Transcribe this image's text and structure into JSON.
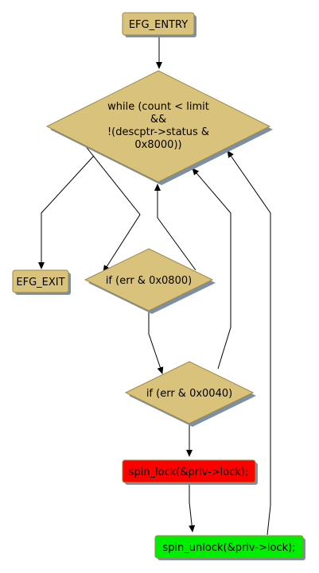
{
  "nodes": {
    "entry": {
      "label": "EFG_ENTRY",
      "shape": "rect",
      "color": "#d9c27c"
    },
    "while": {
      "label_lines": [
        "while (count < limit",
        "&&",
        "!(descptr->status &",
        "0x8000))"
      ],
      "shape": "diamond",
      "color": "#d9c27c"
    },
    "exit": {
      "label": "EFG_EXIT",
      "shape": "rect",
      "color": "#d9c27c"
    },
    "if0800": {
      "label": "if (err & 0x0800)",
      "shape": "diamond",
      "color": "#d9c27c"
    },
    "if0040": {
      "label": "if (err & 0x0040)",
      "shape": "diamond",
      "color": "#d9c27c"
    },
    "spinlock": {
      "label": "spin_lock(&priv->lock);",
      "shape": "rect",
      "color": "#ff0000"
    },
    "spinunlock": {
      "label": "spin_unlock(&priv->lock);",
      "shape": "rect",
      "color": "#00ee00"
    }
  },
  "colors": {
    "node_border": "#a0893f",
    "shadow": "#7d8fa8",
    "edge": "#000000"
  }
}
